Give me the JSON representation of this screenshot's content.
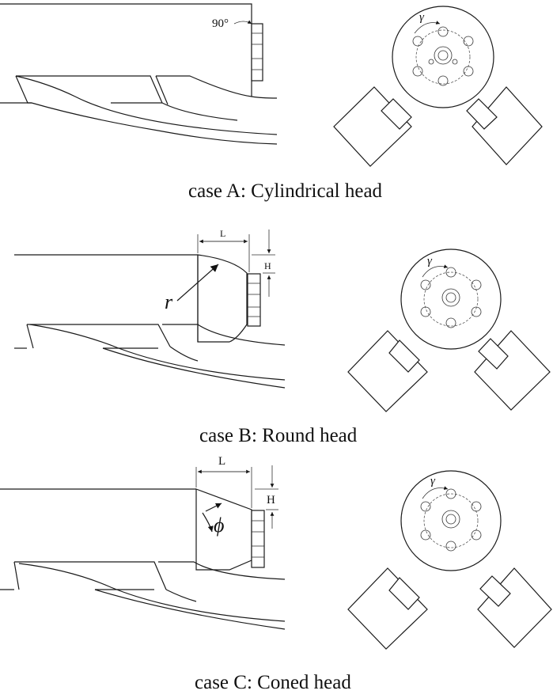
{
  "cases": [
    {
      "caption": "case A: Cylindrical head",
      "angle_label": "90°",
      "gamma_label": "γ"
    },
    {
      "caption": "case B: Round head",
      "length_label": "L",
      "height_label": "H",
      "radius_label": "r",
      "gamma_label": "γ"
    },
    {
      "caption": "case C: Coned head",
      "length_label": "L",
      "height_label": "H",
      "cone_angle_label": "ϕ",
      "gamma_label": "γ"
    }
  ]
}
